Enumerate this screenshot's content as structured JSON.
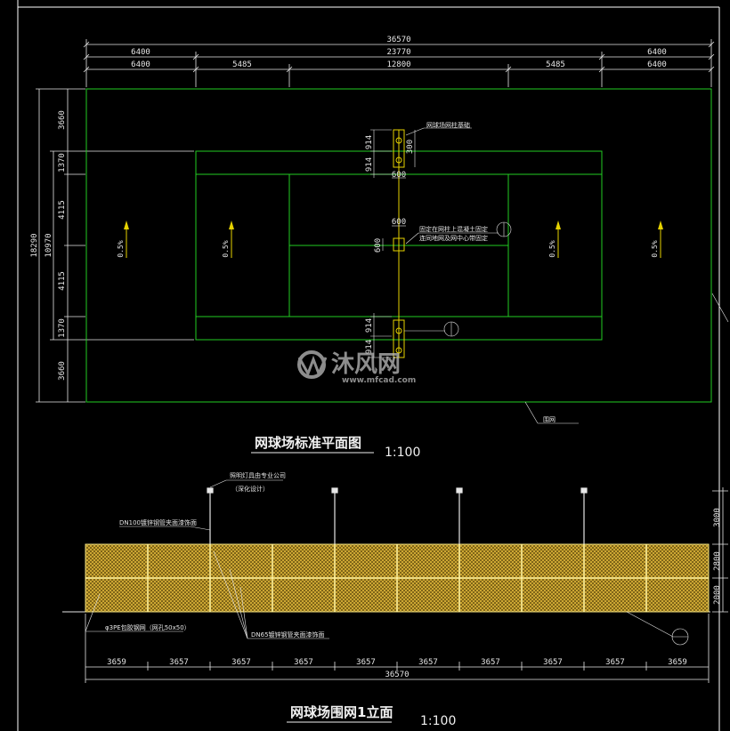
{
  "plan": {
    "top_dims_row1": [
      "36570"
    ],
    "top_dims_row2": [
      "6400",
      "23770",
      "6400"
    ],
    "top_dims_row3": [
      "6400",
      "5485",
      "12800",
      "5485",
      "6400"
    ],
    "left_dims_outer": [
      "18290"
    ],
    "left_dims_mid": [
      "10970"
    ],
    "left_dims_inner": [
      "3660",
      "1370",
      "4115",
      "4115",
      "1370",
      "3660"
    ],
    "net_dims": [
      "914",
      "914",
      "300",
      "600",
      "600",
      "600",
      "914",
      "914"
    ],
    "slopes": [
      "0.5%",
      "0.5%",
      "0.5%",
      "0.5%"
    ],
    "notes": {
      "net_post_foundation": "网球场网柱基础",
      "center_fix_line1": "固定在网柱上混凝土固定",
      "center_fix_line2": "连同地网及网中心带固定",
      "fence_label": "围网"
    },
    "title": "网球场标准平面图",
    "scale": "1:100"
  },
  "elevation": {
    "height_dims": [
      "3000",
      "2800",
      "2000"
    ],
    "bottom_dims": [
      "3659",
      "3657",
      "3657",
      "3657",
      "3657",
      "3657",
      "3657",
      "3657",
      "3657",
      "3659"
    ],
    "total_dim": "36570",
    "notes": {
      "top_lamp_line1": "照明灯具由专业公司",
      "top_lamp_line2": "（深化设计）",
      "dn100": "DN100镀锌钢管夹面漆饰面",
      "mesh": "φ3PE包胶钢网（网孔50x50）",
      "dn65": "DN65镀锌钢管夹面漆饰面"
    },
    "title": "网球场围网1立面",
    "scale": "1:100"
  },
  "watermark": {
    "cn": "沐风网",
    "url": "www.mfcad.com"
  },
  "colors": {
    "background": "#000000",
    "court_lines": "#22cc22",
    "dims": "#e6e6e6",
    "slope_arrow": "#e6d200",
    "mesh": "#c9a227",
    "net_yellow": "#e6d200"
  }
}
